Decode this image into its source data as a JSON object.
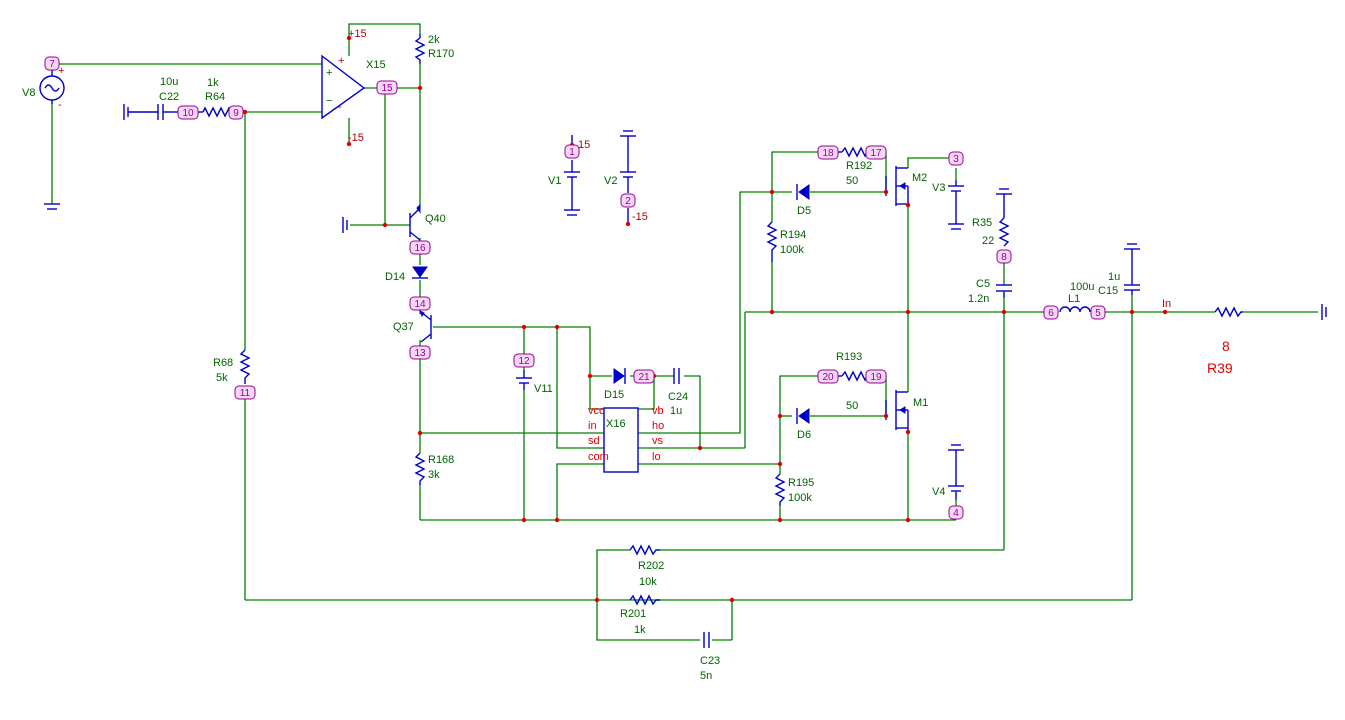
{
  "components": [
    {
      "id": "V8",
      "label": "V8"
    },
    {
      "id": "C22",
      "label": "C22",
      "value": "10u"
    },
    {
      "id": "R64",
      "label": "R64",
      "value": "1k"
    },
    {
      "id": "X15",
      "label": "X15"
    },
    {
      "id": "R170",
      "label": "R170",
      "value": "2k"
    },
    {
      "id": "Q40",
      "label": "Q40"
    },
    {
      "id": "D14",
      "label": "D14"
    },
    {
      "id": "Q37",
      "label": "Q37"
    },
    {
      "id": "V11",
      "label": "V11"
    },
    {
      "id": "R168",
      "label": "R168",
      "value": "3k"
    },
    {
      "id": "R68",
      "label": "R68",
      "value": "5k"
    },
    {
      "id": "V1",
      "label": "V1"
    },
    {
      "id": "V2",
      "label": "V2"
    },
    {
      "id": "D15",
      "label": "D15"
    },
    {
      "id": "C24",
      "label": "C24",
      "value": "1u"
    },
    {
      "id": "X16",
      "label": "X16"
    },
    {
      "id": "R192",
      "label": "R192",
      "value": "50"
    },
    {
      "id": "D5",
      "label": "D5"
    },
    {
      "id": "R194",
      "label": "R194",
      "value": "100k"
    },
    {
      "id": "M2",
      "label": "M2"
    },
    {
      "id": "V3",
      "label": "V3"
    },
    {
      "id": "R193",
      "label": "R193",
      "value": "50"
    },
    {
      "id": "D6",
      "label": "D6"
    },
    {
      "id": "R195",
      "label": "R195",
      "value": "100k"
    },
    {
      "id": "M1",
      "label": "M1"
    },
    {
      "id": "V4",
      "label": "V4"
    },
    {
      "id": "R35",
      "label": "R35",
      "value": "22"
    },
    {
      "id": "C5",
      "label": "C5",
      "value": "1.2n"
    },
    {
      "id": "L1",
      "label": "L1",
      "value": "100u"
    },
    {
      "id": "C15",
      "label": "C15",
      "value": "1u"
    },
    {
      "id": "R39",
      "label": "R39",
      "value": "8"
    },
    {
      "id": "R202",
      "label": "R202",
      "value": "10k"
    },
    {
      "id": "R201",
      "label": "R201",
      "value": "1k"
    },
    {
      "id": "C23",
      "label": "C23",
      "value": "5n"
    }
  ],
  "nodes": [
    "7",
    "10",
    "9",
    "15",
    "16",
    "14",
    "13",
    "12",
    "11",
    "1",
    "2",
    "21",
    "18",
    "17",
    "3",
    "20",
    "19",
    "4",
    "8",
    "6",
    "5"
  ],
  "supply_labels": {
    "pos": "+15",
    "neg": "-15",
    "v1": "15",
    "v2": "-15"
  },
  "pin_labels": {
    "vcc": "vcc",
    "in": "in",
    "sd": "sd",
    "com": "com",
    "vb": "vb",
    "ho": "ho",
    "vs": "vs",
    "lo": "lo"
  },
  "net_label": "In",
  "source_polarity": {
    "plus": "+",
    "minus": "-"
  }
}
